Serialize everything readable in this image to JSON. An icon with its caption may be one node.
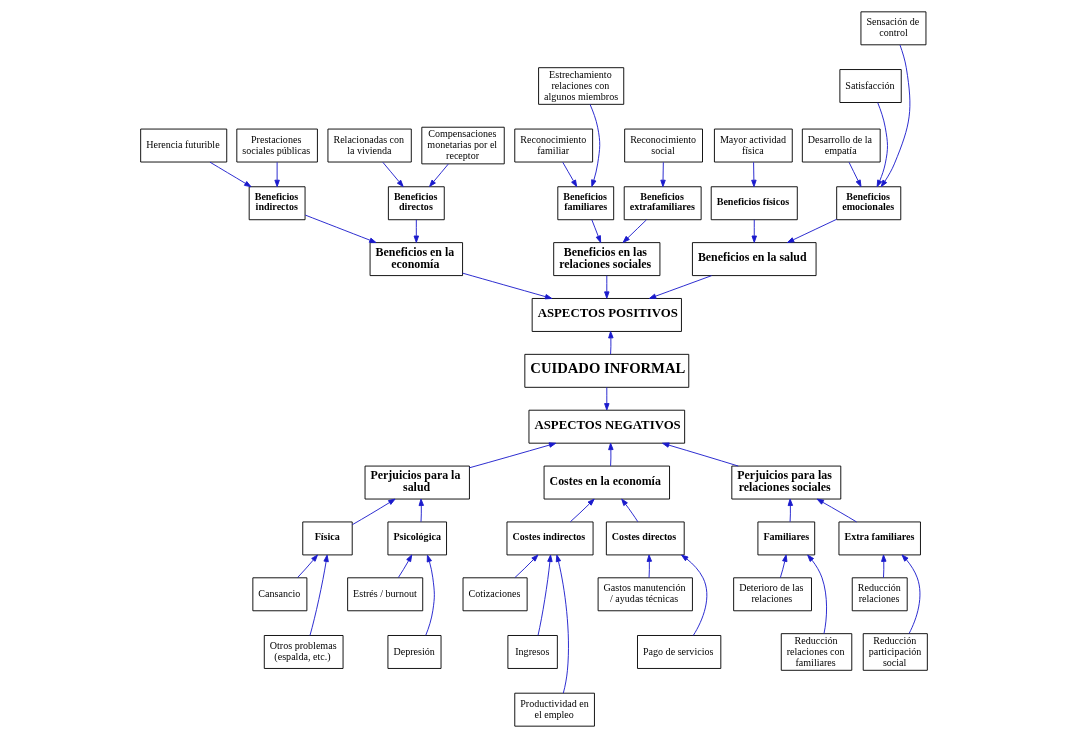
{
  "diagram": {
    "nodes": [
      {
        "text": [
          "Desarrollo de la empatía"
        ]
      },
      {
        "text": [
          "Satisfacción"
        ]
      },
      {
        "text": [
          "Sensación de control"
        ]
      },
      {
        "text": [
          "Mayor actividad física"
        ]
      },
      {
        "text": [
          "Herencia futurible"
        ]
      },
      {
        "text": [
          "Prestaciones sociales públicas"
        ]
      },
      {
        "text": [
          "Relacionadas con la vivienda"
        ]
      },
      {
        "text": [
          "Compensaciones monetarias por el receptor"
        ]
      },
      {
        "text": [
          "Reconocimiento familiar"
        ]
      },
      {
        "text": [
          "Estrechamiento relaciones con algunos miembros"
        ]
      },
      {
        "text": [
          "Reconocimiento social"
        ]
      },
      {
        "text": [
          "Beneficios emocionales"
        ]
      },
      {
        "text": [
          "Beneficios físicos"
        ]
      },
      {
        "text": [
          "Beneficios indirectos"
        ]
      },
      {
        "text": [
          "Beneficios directos"
        ]
      },
      {
        "text": [
          "Beneficios familiares"
        ]
      },
      {
        "text": [
          "Beneficios extrafamiliares"
        ]
      },
      {
        "text": [
          "Beneficios en la salud"
        ]
      },
      {
        "text": [
          "Beneficios en la economía"
        ]
      },
      {
        "text": [
          "Beneficios en las relaciones sociales"
        ]
      },
      {
        "text": [
          "ASPECTOS POSITIVOS"
        ]
      },
      {
        "text": [
          "CUIDADO INFORMAL"
        ]
      },
      {
        "text": [
          "ASPECTOS NEGATIVOS"
        ]
      },
      {
        "text": [
          "Perjuicios para la salud"
        ]
      },
      {
        "text": [
          "Costes en la economía"
        ]
      },
      {
        "text": [
          "Perjuicios para las relaciones sociales"
        ]
      },
      {
        "text": [
          "Física"
        ]
      },
      {
        "text": [
          "Psicológica"
        ]
      },
      {
        "text": [
          "Costes indirectos"
        ]
      },
      {
        "text": [
          "Costes directos"
        ]
      },
      {
        "text": [
          "Familiares"
        ]
      },
      {
        "text": [
          "Extra familiares"
        ]
      },
      {
        "text": [
          "Cansancio"
        ]
      },
      {
        "text": [
          "Otros problemas (espalda, etc.)"
        ]
      },
      {
        "text": [
          "Estrés / burnout"
        ]
      },
      {
        "text": [
          "Depresión"
        ]
      },
      {
        "text": [
          "Cotizaciones"
        ]
      },
      {
        "text": [
          "Ingresos"
        ]
      },
      {
        "text": [
          "Productividad en el empleo"
        ]
      },
      {
        "text": [
          "Gastos manutención / ayudas técnicas"
        ]
      },
      {
        "text": [
          "Pago de servicios"
        ]
      },
      {
        "text": [
          "Deterioro de las relaciones"
        ]
      },
      {
        "text": [
          "Reducción relaciones con familiares"
        ]
      },
      {
        "text": [
          "Reducción relaciones"
        ]
      },
      {
        "text": [
          "Reducción participación social"
        ]
      }
    ],
    "edges": [
      {
        "from": 0,
        "to": 11,
        "arrow": "to"
      },
      {
        "from": 1,
        "to": 11,
        "arrow": "to"
      },
      {
        "from": 2,
        "to": 11,
        "arrow": "to"
      },
      {
        "from": 3,
        "to": 12,
        "arrow": "to"
      },
      {
        "from": 4,
        "to": 13,
        "arrow": "to"
      },
      {
        "from": 5,
        "to": 13,
        "arrow": "to"
      },
      {
        "from": 6,
        "to": 14,
        "arrow": "to"
      },
      {
        "from": 7,
        "to": 14,
        "arrow": "to"
      },
      {
        "from": 8,
        "to": 15,
        "arrow": "to"
      },
      {
        "from": 9,
        "to": 15,
        "arrow": "to"
      },
      {
        "from": 10,
        "to": 16,
        "arrow": "to"
      },
      {
        "from": 11,
        "to": 17,
        "arrow": "to"
      },
      {
        "from": 12,
        "to": 17,
        "arrow": "to"
      },
      {
        "from": 13,
        "to": 18,
        "arrow": "to"
      },
      {
        "from": 14,
        "to": 18,
        "arrow": "to"
      },
      {
        "from": 15,
        "to": 19,
        "arrow": "to"
      },
      {
        "from": 16,
        "to": 19,
        "arrow": "to"
      },
      {
        "from": 17,
        "to": 20,
        "arrow": "to"
      },
      {
        "from": 18,
        "to": 20,
        "arrow": "to"
      },
      {
        "from": 19,
        "to": 20,
        "arrow": "to"
      },
      {
        "from": 21,
        "to": 20,
        "arrow": "to"
      },
      {
        "from": 21,
        "to": 22,
        "arrow": "to"
      },
      {
        "from": 23,
        "to": 22,
        "arrow": "to"
      },
      {
        "from": 24,
        "to": 22,
        "arrow": "to"
      },
      {
        "from": 25,
        "to": 22,
        "arrow": "to"
      },
      {
        "from": 26,
        "to": 23,
        "arrow": "to"
      },
      {
        "from": 27,
        "to": 23,
        "arrow": "to"
      },
      {
        "from": 28,
        "to": 24,
        "arrow": "to"
      },
      {
        "from": 29,
        "to": 24,
        "arrow": "to"
      },
      {
        "from": 30,
        "to": 25,
        "arrow": "to"
      },
      {
        "from": 31,
        "to": 25,
        "arrow": "to"
      },
      {
        "from": 32,
        "to": 26,
        "arrow": "to"
      },
      {
        "from": 33,
        "to": 26,
        "arrow": "to"
      },
      {
        "from": 34,
        "to": 27,
        "arrow": "to"
      },
      {
        "from": 35,
        "to": 27,
        "arrow": "to"
      },
      {
        "from": 36,
        "to": 28,
        "arrow": "to"
      },
      {
        "from": 37,
        "to": 28,
        "arrow": "to"
      },
      {
        "from": 38,
        "to": 28,
        "arrow": "to"
      },
      {
        "from": 39,
        "to": 29,
        "arrow": "to"
      },
      {
        "from": 40,
        "to": 29,
        "arrow": "to"
      },
      {
        "from": 41,
        "to": 30,
        "arrow": "to"
      },
      {
        "from": 42,
        "to": 30,
        "arrow": "to"
      },
      {
        "from": 43,
        "to": 31,
        "arrow": "to"
      },
      {
        "from": 44,
        "to": 31,
        "arrow": "to"
      }
    ]
  }
}
